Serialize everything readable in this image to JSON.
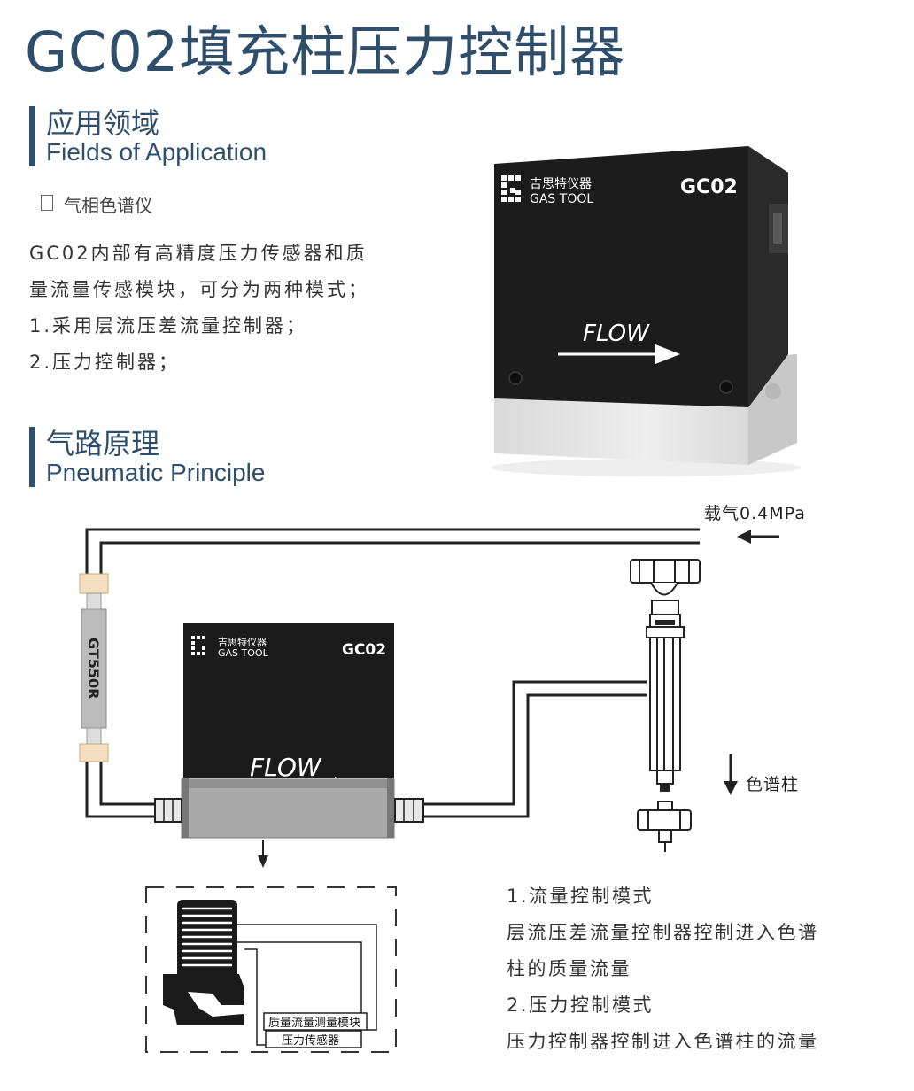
{
  "page": {
    "title": "GC02填充柱压力控制器"
  },
  "fields": {
    "heading_cn": "应用领域",
    "heading_en": "Fields of Application",
    "item": "气相色谱仪"
  },
  "description": {
    "lines": [
      "GC02内部有高精度压力传感器和质",
      "量流量传感模块，可分为两种模式；",
      "1.采用层流压差流量控制器；",
      "2.压力控制器；"
    ]
  },
  "principle": {
    "heading_cn": "气路原理",
    "heading_en": "Pneumatic Principle"
  },
  "product": {
    "brand_cn": "吉思特仪器",
    "brand_en": "GAS TOOL",
    "model": "GC02",
    "flow_label": "FLOW"
  },
  "diagram": {
    "carrier_gas": "载气0.4MPa",
    "column_label": "色谱柱",
    "filter_label": "GT550R",
    "module_label": "质量流量测量模块",
    "sensor_label": "压力传感器"
  },
  "modes": {
    "lines": [
      "1.流量控制模式",
      "层流压差流量控制器控制进入色谱",
      "柱的质量流量",
      "2.压力控制模式",
      "压力控制器控制进入色谱柱的流量"
    ]
  }
}
